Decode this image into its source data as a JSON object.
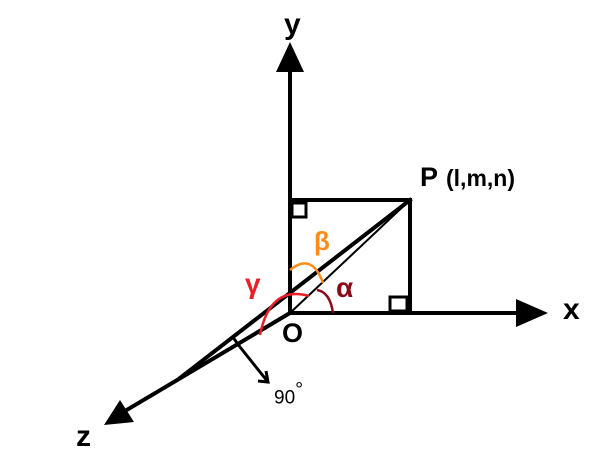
{
  "labels": {
    "y_axis": "y",
    "x_axis": "x",
    "z_axis": "z",
    "origin": "O",
    "point": "P",
    "point_coords": "(l,m,n)",
    "alpha": "α",
    "beta": "β",
    "gamma": "γ",
    "right_angle": "90",
    "degree": "°"
  },
  "colors": {
    "axes": "#000000",
    "alpha": "#8b0a1a",
    "beta": "#ff8c1a",
    "gamma": "#e8202a"
  }
}
